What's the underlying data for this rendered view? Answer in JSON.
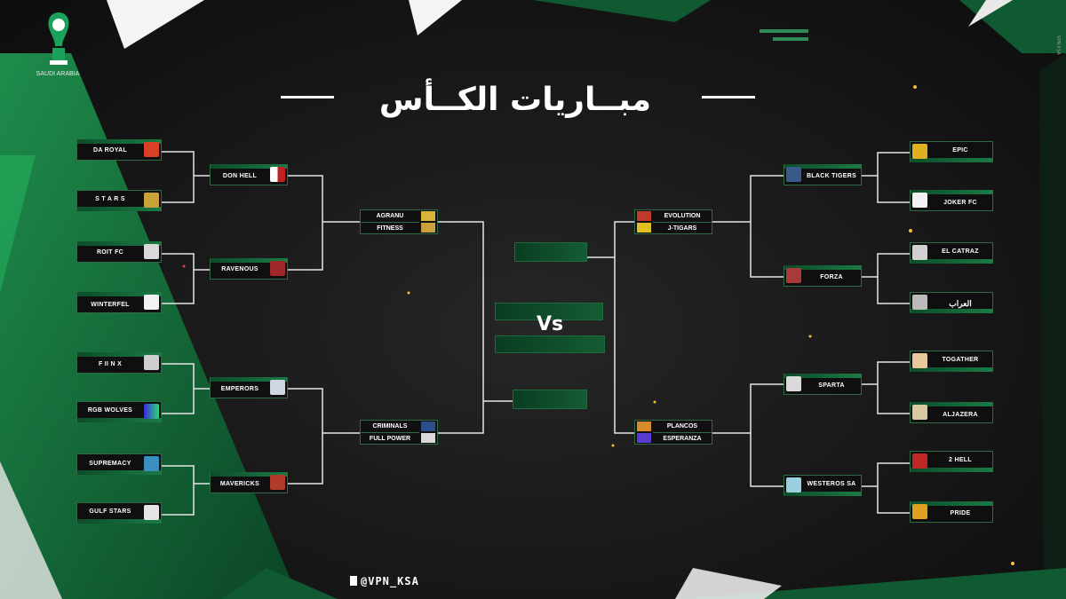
{
  "title": "مبــاريات الكــأس",
  "vs_label": "Vs",
  "handle": "@VPN_KSA",
  "logo_text": "SAUDI ARABIA",
  "side_text": "VPN KSA",
  "colors": {
    "accent": "#1b7a45",
    "border": "#2f6a45",
    "text": "#ffffff"
  },
  "left": {
    "round1": [
      "DA ROYAL",
      "S T A R S",
      "ROIT FC",
      "WINTERFEL",
      "F II N X",
      "RGB WOLVES",
      "SUPREMACY",
      "GULF STARS"
    ],
    "round2": [
      "DON HELL",
      "RAVENOUS",
      "EMPERORS",
      "MAVERICKS"
    ],
    "round3": [
      [
        "AGRANU",
        "FITNESS"
      ],
      [
        "CRIMINALS",
        "FULL POWER"
      ]
    ]
  },
  "right": {
    "round1": [
      "EPIC",
      "JOKER FC",
      "EL CATRAZ",
      "العراب",
      "TOGATHER",
      "ALJAZERA",
      "2 HELL",
      "PRIDE"
    ],
    "round2": [
      "BLACK TIGERS",
      "FORZA",
      "SPARTA",
      "WESTEROS SA"
    ],
    "round3": [
      [
        "EVOLUTION",
        "J-TIGARS"
      ],
      [
        "PLANCOS",
        "ESPERANZA"
      ]
    ]
  }
}
